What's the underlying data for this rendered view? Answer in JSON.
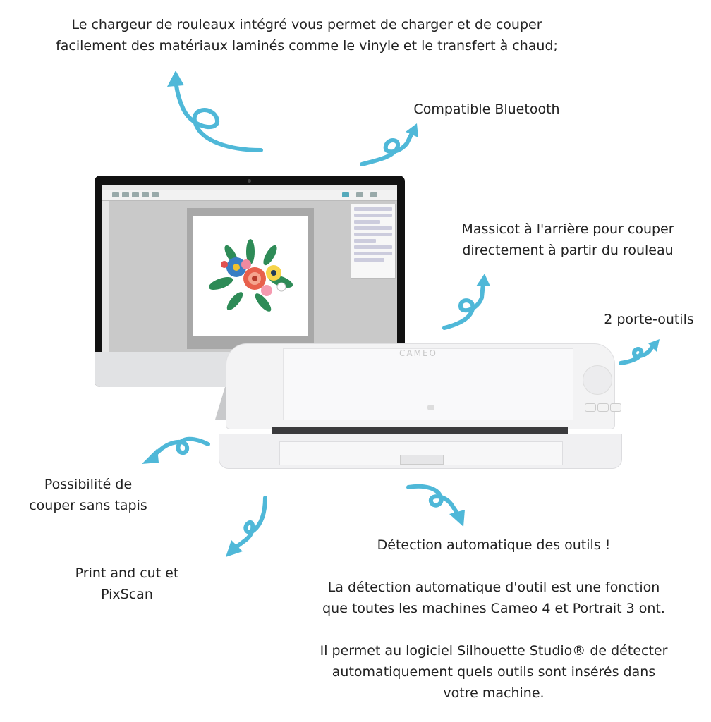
{
  "captions": {
    "roll_feeder": "Le chargeur de rouleaux intégré vous permet de charger et de couper\nfacilement des matériaux laminés comme le vinyle et le transfert à chaud;",
    "bluetooth": "Compatible Bluetooth",
    "cutter_rear": "Massicot à l'arrière pour couper\ndirectement à partir du rouleau",
    "tool_holders": "2 porte-outils",
    "matless": "Possibilité de\ncouper sans tapis",
    "print_cut": "Print and cut et\nPixScan",
    "tool_detect_title": "Détection automatique des outils !",
    "tool_detect_p1": "La détection automatique d'outil est une fonction\nque toutes les machines Cameo 4 et Portrait 3 ont.",
    "tool_detect_p2": "Il permet au logiciel Silhouette Studio® de détecter\nautomatiquement quels outils sont insérés dans\nvotre machine."
  },
  "device": {
    "brand_label": "CAMEO"
  },
  "colors": {
    "arrow": "#4fb8d8",
    "text": "#222222"
  },
  "icons": [
    "curly-arrow-icon",
    "flower-bouquet-illustration"
  ]
}
